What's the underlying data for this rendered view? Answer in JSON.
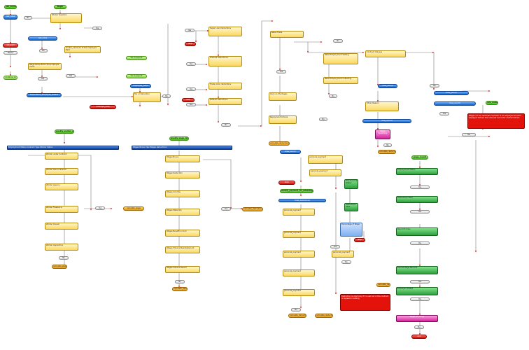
{
  "nodes": {
    "start_main": "ask_number",
    "start_b": "Begin",
    "q_worker": "Worker Question",
    "no_a": "No",
    "yes_a": "Yes",
    "blue_src": "ask_rules",
    "btn_a": "Return",
    "wrong_note": "worker_name\nGo to the employee field",
    "lgreen_a": "Go to payout",
    "no_b": "No",
    "stage_q": "Stage Name\nEnter the employee name",
    "blue_b": "employee_name",
    "yes_b": "Yes",
    "green_a": "continue_ok",
    "red_top_left": "ask_paid",
    "yes_c": "Yes",
    "blue_c": "Expenditure_Employee_Details",
    "tax_q": "Tax or Deduction",
    "red_c": "unknown_area",
    "yes_top": "Yes",
    "red_top_mid": "stop",
    "super_q": "Super Loan Deductions",
    "tribunal_q": "Tribunal Deductions",
    "trade_q": "Trade union deductions",
    "pol_q": "Political Deductions",
    "red_mid": "end",
    "retail_q": "Retail Trade",
    "retail_emp_q": "Retail Employment Setting",
    "retail_q2": "Retail Employment Collecting",
    "contract_q": "Contract Clauses",
    "cash_q": "Cash on Shortages",
    "repay_q": "Repayment Criteria",
    "other_q": "Other Reason",
    "blue_r1": "blue_record",
    "blue_r2": "blue_record",
    "start_right": "rule_number",
    "red_big": "Wages can be deducted if worker is an employee and the employer follows the rules set out in the contract terms",
    "start_left2": "weekly_worker_definition",
    "blue_wide_left": "Employment Status Contract Type Worker Status",
    "worker_q1": "Worker under Contract",
    "worker_q2": "Worker Sub-contractor",
    "worker_q3": "Worker Agency",
    "worker_q4": "Worker Freelance",
    "worker_q5": "Worker Casual",
    "worker_q6": "Worker Apprentice",
    "orange_left": "calculate_wage",
    "start_mid2": "weekly_wage_details",
    "blue_wide_mid": "Wages Bonus Tips Wages Deductions",
    "wages_q1": "Wages Bonus",
    "wages_q2": "Wages Deduction",
    "wages_q3": "Wages Sick Pay",
    "wages_q4": "Wages Maternity",
    "wages_q5": "Wages Benefit in Kind",
    "wages_q6": "Wages Tribunal Reinstatement",
    "wages_q7": "Wages Tribunal Award",
    "orange_mid": "calculate_deductions",
    "start_ded": "weekly_payment_for_advantage",
    "yellow_ded": "personal_payment",
    "red_ded_left": "stop",
    "start_green_right": "wage_record",
    "green_r1": "Employment Status",
    "green_r2": "Deductions Valid",
    "green_r3": "Payroll Entries",
    "green_r4": "Earned Wage Records",
    "green_r5": "Employer Details",
    "pink_r": "Wage Summary",
    "red_bottom": "end",
    "blue_ded": "total_deductions",
    "red_ded_big": "Deduction is valid only if it is set out in the contract or agreed in writing",
    "lblue_box": "Percentage of Wage"
  },
  "labels": {
    "yes": "Yes",
    "no": "No"
  },
  "colors": {
    "line": "#7a7a7a",
    "arrow": "#d22222"
  }
}
